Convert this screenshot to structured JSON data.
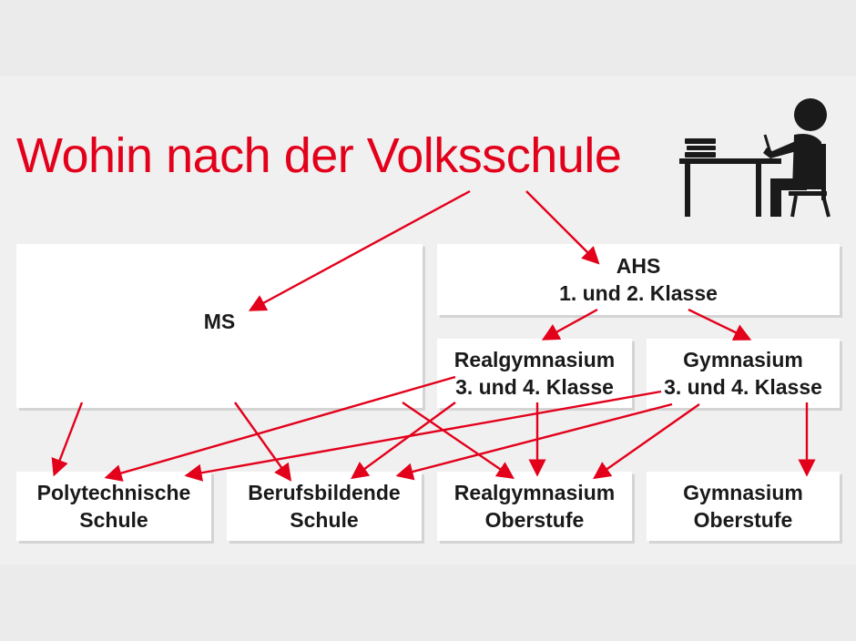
{
  "title": "Wohin nach der Volksschule",
  "boxes": {
    "ms": {
      "line1": "MS"
    },
    "ahs": {
      "line1": "AHS",
      "line2": "1. und 2. Klasse"
    },
    "realgym_mid": {
      "line1": "Realgymnasium",
      "line2": "3. und 4. Klasse"
    },
    "gym_mid": {
      "line1": "Gymnasium",
      "line2": "3. und 4. Klasse"
    },
    "poly": {
      "line1": "Polytechnische",
      "line2": "Schule"
    },
    "beruf": {
      "line1": "Berufsbildende",
      "line2": "Schule"
    },
    "realgym_ober": {
      "line1": "Realgymnasium",
      "line2": "Oberstufe"
    },
    "gym_ober": {
      "line1": "Gymnasium",
      "line2": "Oberstufe"
    }
  },
  "colors": {
    "accent": "#e3001b",
    "box": "#ffffff",
    "text": "#1a1a1a",
    "background": "#ebebeb"
  },
  "icons": {
    "illustration": "student-at-desk-icon"
  }
}
